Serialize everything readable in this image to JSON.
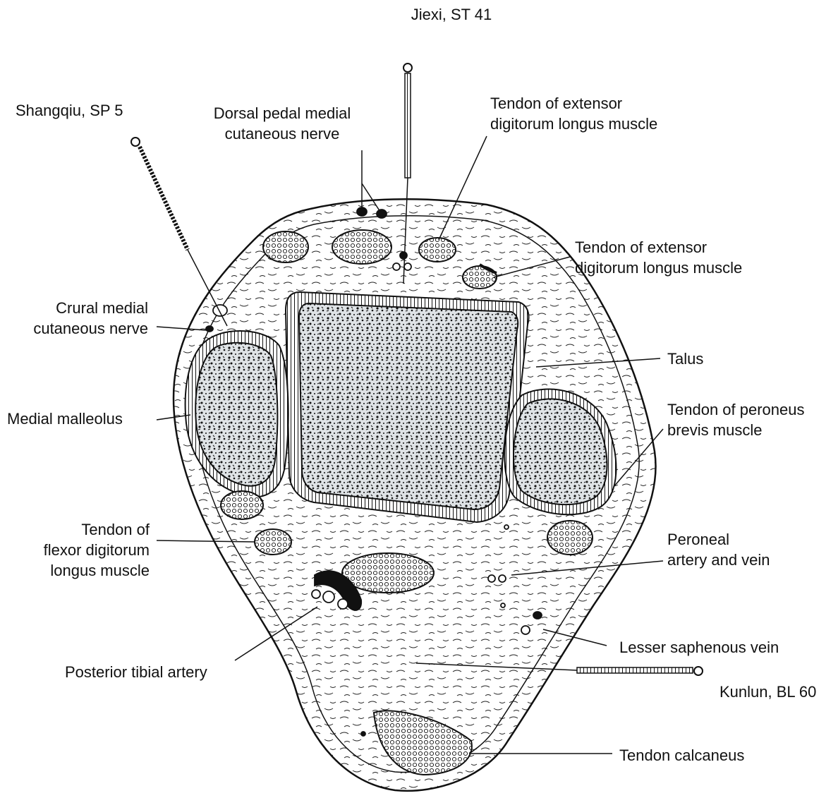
{
  "labels": {
    "jiexi": "Jiexi, ST 41",
    "shangqiu": "Shangqiu, SP 5",
    "dorsal_nerve": [
      "Dorsal pedal medial",
      "cutaneous nerve"
    ],
    "edl_tendon_top": [
      "Tendon of extensor",
      "digitorum longus muscle"
    ],
    "edl_tendon_right": [
      "Tendon of extensor",
      "digitorum longus muscle"
    ],
    "crural_nerve": [
      "Crural medial",
      "cutaneous nerve"
    ],
    "talus": "Talus",
    "medial_malleolus": "Medial malleolus",
    "peroneus_brevis": [
      "Tendon of peroneus",
      "brevis muscle"
    ],
    "fdl_tendon": [
      "Tendon of",
      "flexor digitorum",
      "longus muscle"
    ],
    "peroneal_vessels": [
      "Peroneal",
      "artery and vein"
    ],
    "lesser_saphenous": "Lesser saphenous vein",
    "posterior_tibial": "Posterior tibial artery",
    "kunlun": "Kunlun, BL 60",
    "tendon_calcaneus": "Tendon calcaneus"
  },
  "colors": {
    "ink": "#111111",
    "background": "#ffffff",
    "bone_fill": "#e8ecef"
  }
}
